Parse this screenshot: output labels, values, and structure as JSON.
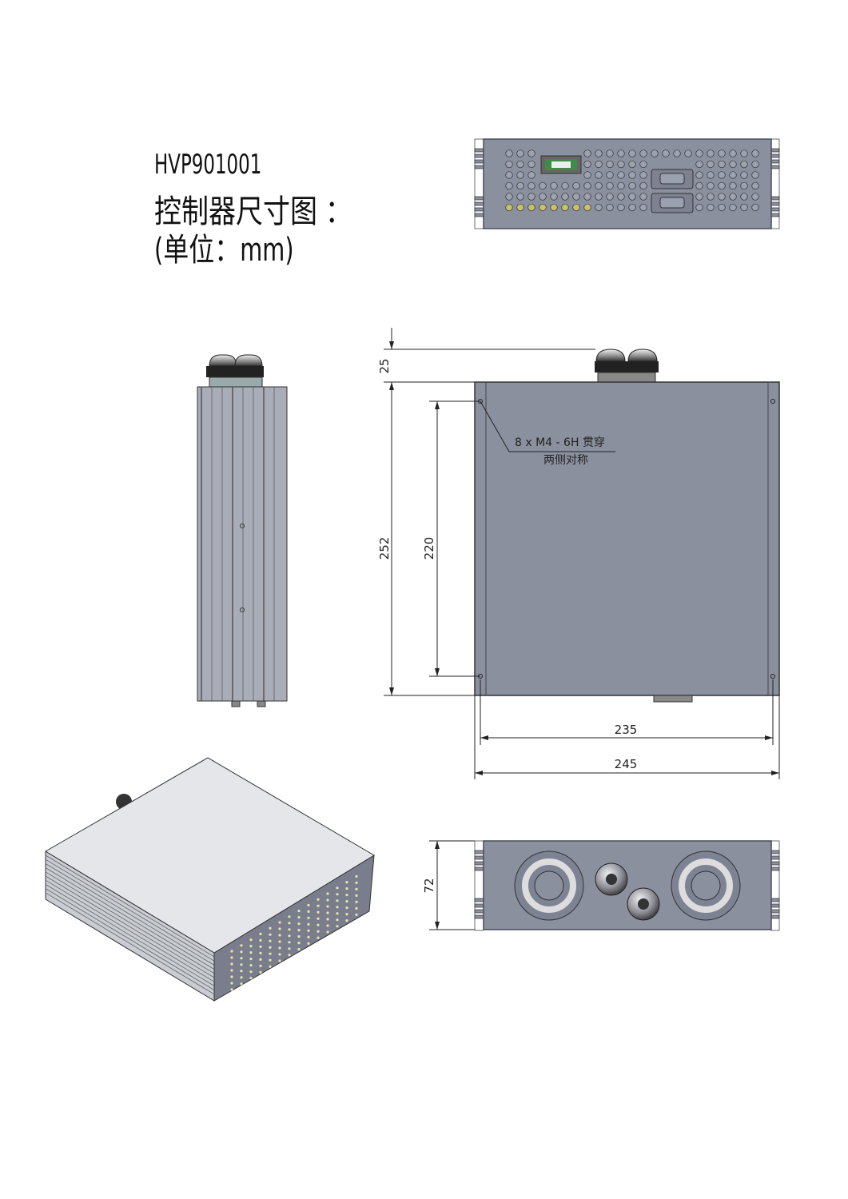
{
  "title": {
    "model": "HVP901001",
    "heading": "控制器尺寸图 ：",
    "unit": "(单位：mm)"
  },
  "dimensions": {
    "gland_height": "25",
    "total_depth": "252",
    "hole_spacing_vertical": "220",
    "hole_spacing_horizontal": "235",
    "total_width": "245",
    "height": "72"
  },
  "annotation": {
    "line1": "8 x  M4 - 6H 贯穿",
    "line2": "两侧对称"
  },
  "colors": {
    "panel": "#8b909f",
    "panel_edge": "#4a4d58",
    "connector_green": "#3d8c4a"
  }
}
